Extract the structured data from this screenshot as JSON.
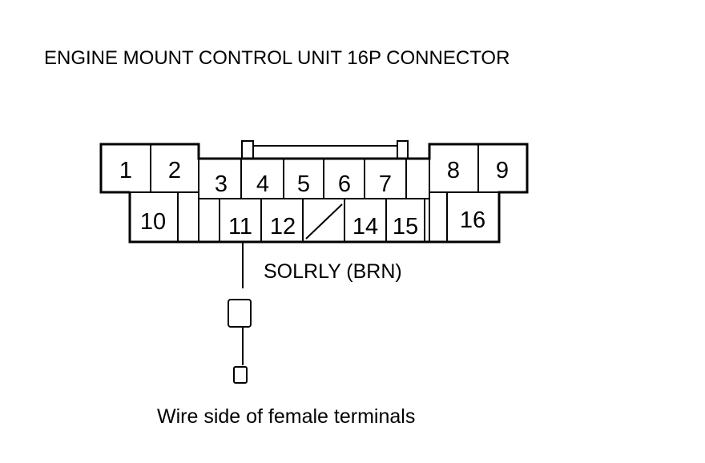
{
  "title": "ENGINE MOUNT CONTROL UNIT 16P CONNECTOR",
  "pins": {
    "p1": "1",
    "p2": "2",
    "p3": "3",
    "p4": "4",
    "p5": "5",
    "p6": "6",
    "p7": "7",
    "p8": "8",
    "p9": "9",
    "p10": "10",
    "p11": "11",
    "p12": "12",
    "p14": "14",
    "p15": "15",
    "p16": "16"
  },
  "wire_label": "SOLRLY (BRN)",
  "caption": "Wire side of female terminals"
}
